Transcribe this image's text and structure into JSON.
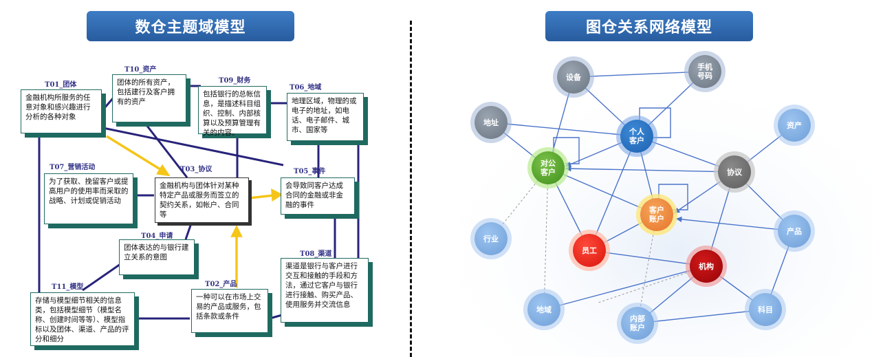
{
  "left_title": "数仓主题域模型",
  "right_title": "图仓关系网络模型",
  "boxes": {
    "t01": {
      "label": "T01_团体",
      "text": "金融机构所服务的任意对象和感兴趣进行分析的各种对象"
    },
    "t10": {
      "label": "T10_资产",
      "text": "团体的所有资产，包括建行及客户拥有的资产"
    },
    "t09": {
      "label": "T09_财务",
      "text": "包括银行的总帐信息，是描述科目组织、控制、内部核算以及预算管理有关的内容。"
    },
    "t06": {
      "label": "T06_地域",
      "text": "地理区域，物理的或电子的地址，如电话、电子邮件、城市、国家等"
    },
    "t07": {
      "label": "T07_营销活动",
      "text": "为了获取、挽留客户或提高用户的使用率而采取的战略、计划或促销活动"
    },
    "t03": {
      "label": "T03_协议",
      "text": "金融机构与团体针对某种特定产品或服务而签立的契约关系，如帐户、合同等"
    },
    "t05": {
      "label": "T05_事件",
      "text": "会导致同客户达成合同的金融或非金融的事件"
    },
    "t04": {
      "label": "T04_申请",
      "text": "团体表达的与银行建立关系的意图"
    },
    "t08": {
      "label": "T08_渠道",
      "text": "渠道是银行与客户进行交互和接触的手段和方法，通过它客户与银行进行接触、购买产品、使用服务并交流信息"
    },
    "t11": {
      "label": "T11_模型",
      "text": "存储与模型细节相关的信息类，包括模型细节（模型名称、创建时间等等）、模型指标以及团体、渠道、产品的评分和细分"
    },
    "t02": {
      "label": "T02_产品",
      "text": "一种可以在市场上交易的产品或服务，包括条款或条件"
    }
  },
  "nodes": {
    "shebei": {
      "label": "设备",
      "icon": "device-node"
    },
    "shouji": {
      "label": "手机\n号码",
      "icon": "phone-node"
    },
    "dizhi": {
      "label": "地址",
      "icon": "address-node"
    },
    "geren": {
      "label": "个人\n客户",
      "icon": "person-node"
    },
    "zichan": {
      "label": "资产",
      "icon": "asset-node"
    },
    "duigong": {
      "label": "对公\n客户",
      "icon": "company-node"
    },
    "xieyi": {
      "label": "协议",
      "icon": "agreement-node"
    },
    "zhanghu": {
      "label": "客户\n账户",
      "icon": "account-node"
    },
    "hangye": {
      "label": "行业",
      "icon": "industry-node"
    },
    "chanpin": {
      "label": "产品",
      "icon": "product-node"
    },
    "yuangong": {
      "label": "员工",
      "icon": "employee-node"
    },
    "jigou": {
      "label": "机构",
      "icon": "organization-node"
    },
    "diyu": {
      "label": "地域",
      "icon": "region-node"
    },
    "kemu": {
      "label": "科目",
      "icon": "subject-node"
    },
    "neibu": {
      "label": "内部\n账户",
      "icon": "internal-account-node"
    }
  },
  "colors": {
    "banner": "#2f6db5",
    "box_shadow": "#1f6a60",
    "connector_navy": "#27237a",
    "connector_yellow": "#f5c518",
    "edge_blue": "#4a73c9"
  }
}
